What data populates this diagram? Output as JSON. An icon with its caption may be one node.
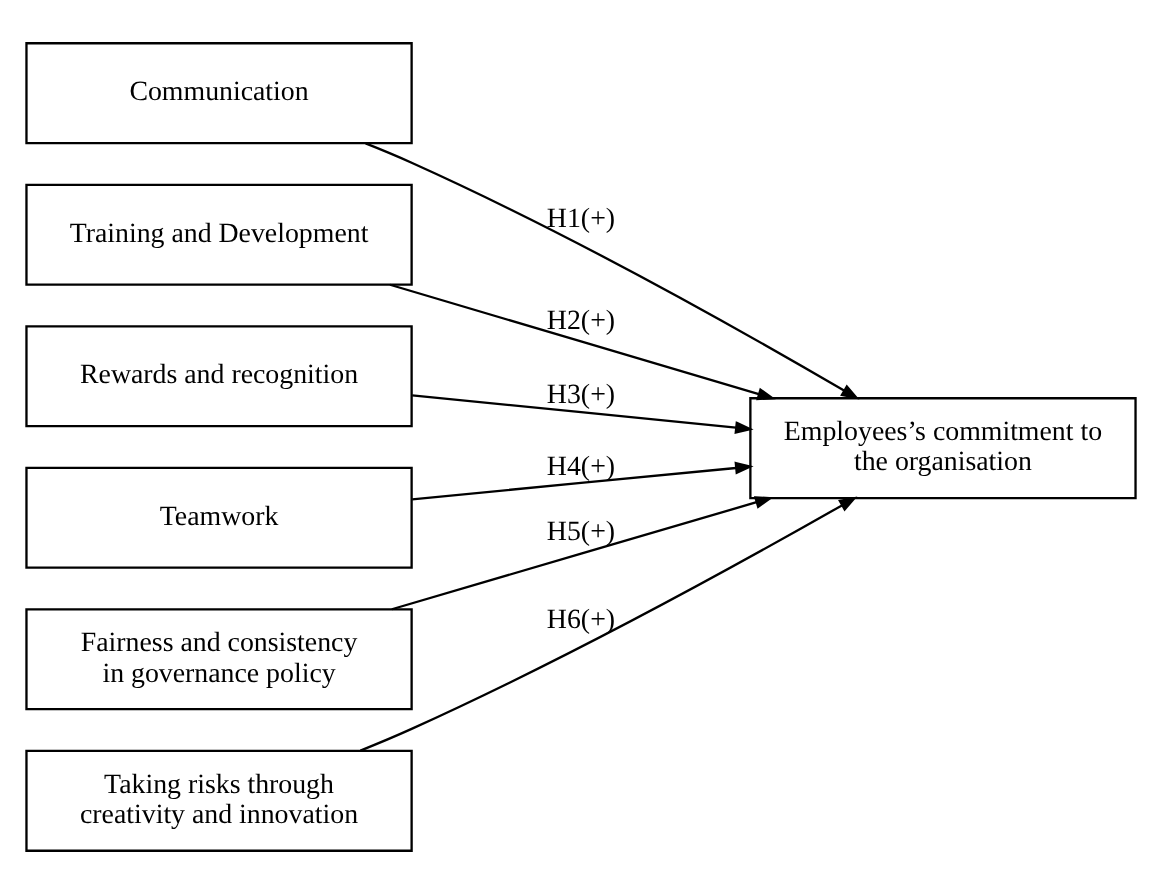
{
  "diagram": {
    "nodes": [
      {
        "text": [
          "Communication"
        ]
      },
      {
        "text": [
          "Training and Development"
        ]
      },
      {
        "text": [
          "Rewards and recognition"
        ]
      },
      {
        "text": [
          "Teamwork"
        ]
      },
      {
        "text": [
          "Fairness and consistency in governance policy"
        ]
      },
      {
        "text": [
          "Taking risks through creativity and innovation"
        ]
      },
      {
        "text": [
          "Employees’s commitment to the organisation"
        ]
      }
    ],
    "edges": [
      {
        "from": 0,
        "to": 6,
        "arrow": "to",
        "label": "H1(+)"
      },
      {
        "from": 1,
        "to": 6,
        "arrow": "to",
        "label": "H2(+)"
      },
      {
        "from": 2,
        "to": 6,
        "arrow": "to",
        "label": "H3(+)"
      },
      {
        "from": 3,
        "to": 6,
        "arrow": "to",
        "label": "H4(+)"
      },
      {
        "from": 4,
        "to": 6,
        "arrow": "to",
        "label": "H5(+)"
      },
      {
        "from": 5,
        "to": 6,
        "arrow": "to",
        "label": "H6(+)"
      }
    ]
  }
}
